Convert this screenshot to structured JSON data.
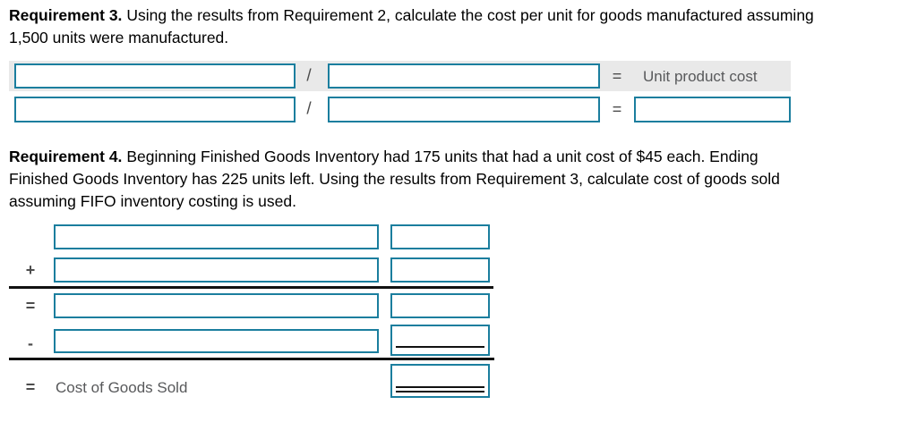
{
  "req3": {
    "title": "Requirement 3.",
    "body_lines": [
      "Using the results from Requirement 2, calculate the cost per unit for goods manufactured assuming",
      "1,500 units were manufactured."
    ],
    "row1": {
      "input1": "",
      "divide": "/",
      "input2": "",
      "equals": "=",
      "label": "Unit product cost"
    },
    "row2": {
      "input1": "",
      "divide": "/",
      "input2": "",
      "equals": "=",
      "result": ""
    }
  },
  "req4": {
    "title": "Requirement 4.",
    "body_lines": [
      "Beginning Finished Goods Inventory had 175 units that had a unit cost of $45 each. Ending",
      "Finished Goods Inventory has 225 units left. Using the results from Requirement 3, calculate cost of goods sold",
      "assuming FIFO inventory costing is used."
    ],
    "table": {
      "rows": [
        {
          "op": "",
          "desc": "",
          "amount": ""
        },
        {
          "op": "+",
          "desc": "",
          "amount": ""
        },
        {
          "op": "=",
          "desc": "",
          "amount": ""
        },
        {
          "op": "-",
          "desc": "",
          "amount": ""
        },
        {
          "op": "=",
          "label": "Cost of Goods Sold",
          "amount": ""
        }
      ]
    }
  },
  "colors": {
    "input_border": "#1b7e9e",
    "highlight_bg": "#e9e9e9",
    "muted_text": "#58595b",
    "rule_black": "#111111"
  }
}
